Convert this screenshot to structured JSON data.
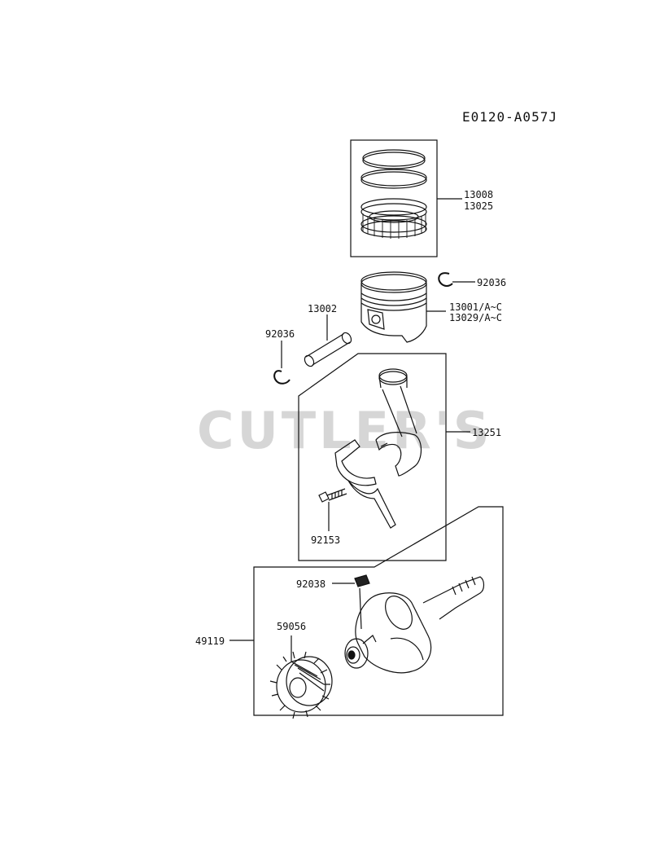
{
  "diagram_code": "E0120-A057J",
  "watermark": "CUTLER'S",
  "parts": {
    "ring_set": [
      "13008",
      "13025"
    ],
    "retainer_right": "92036",
    "piston": [
      "13001/A~C",
      "13029/A~C"
    ],
    "piston_pin": "13002",
    "retainer_left": "92036",
    "connecting_rod": "13251",
    "rod_bolt": "92153",
    "woodruff_key": "92038",
    "crankshaft_assy": "49119",
    "crank_gear": "59056"
  }
}
